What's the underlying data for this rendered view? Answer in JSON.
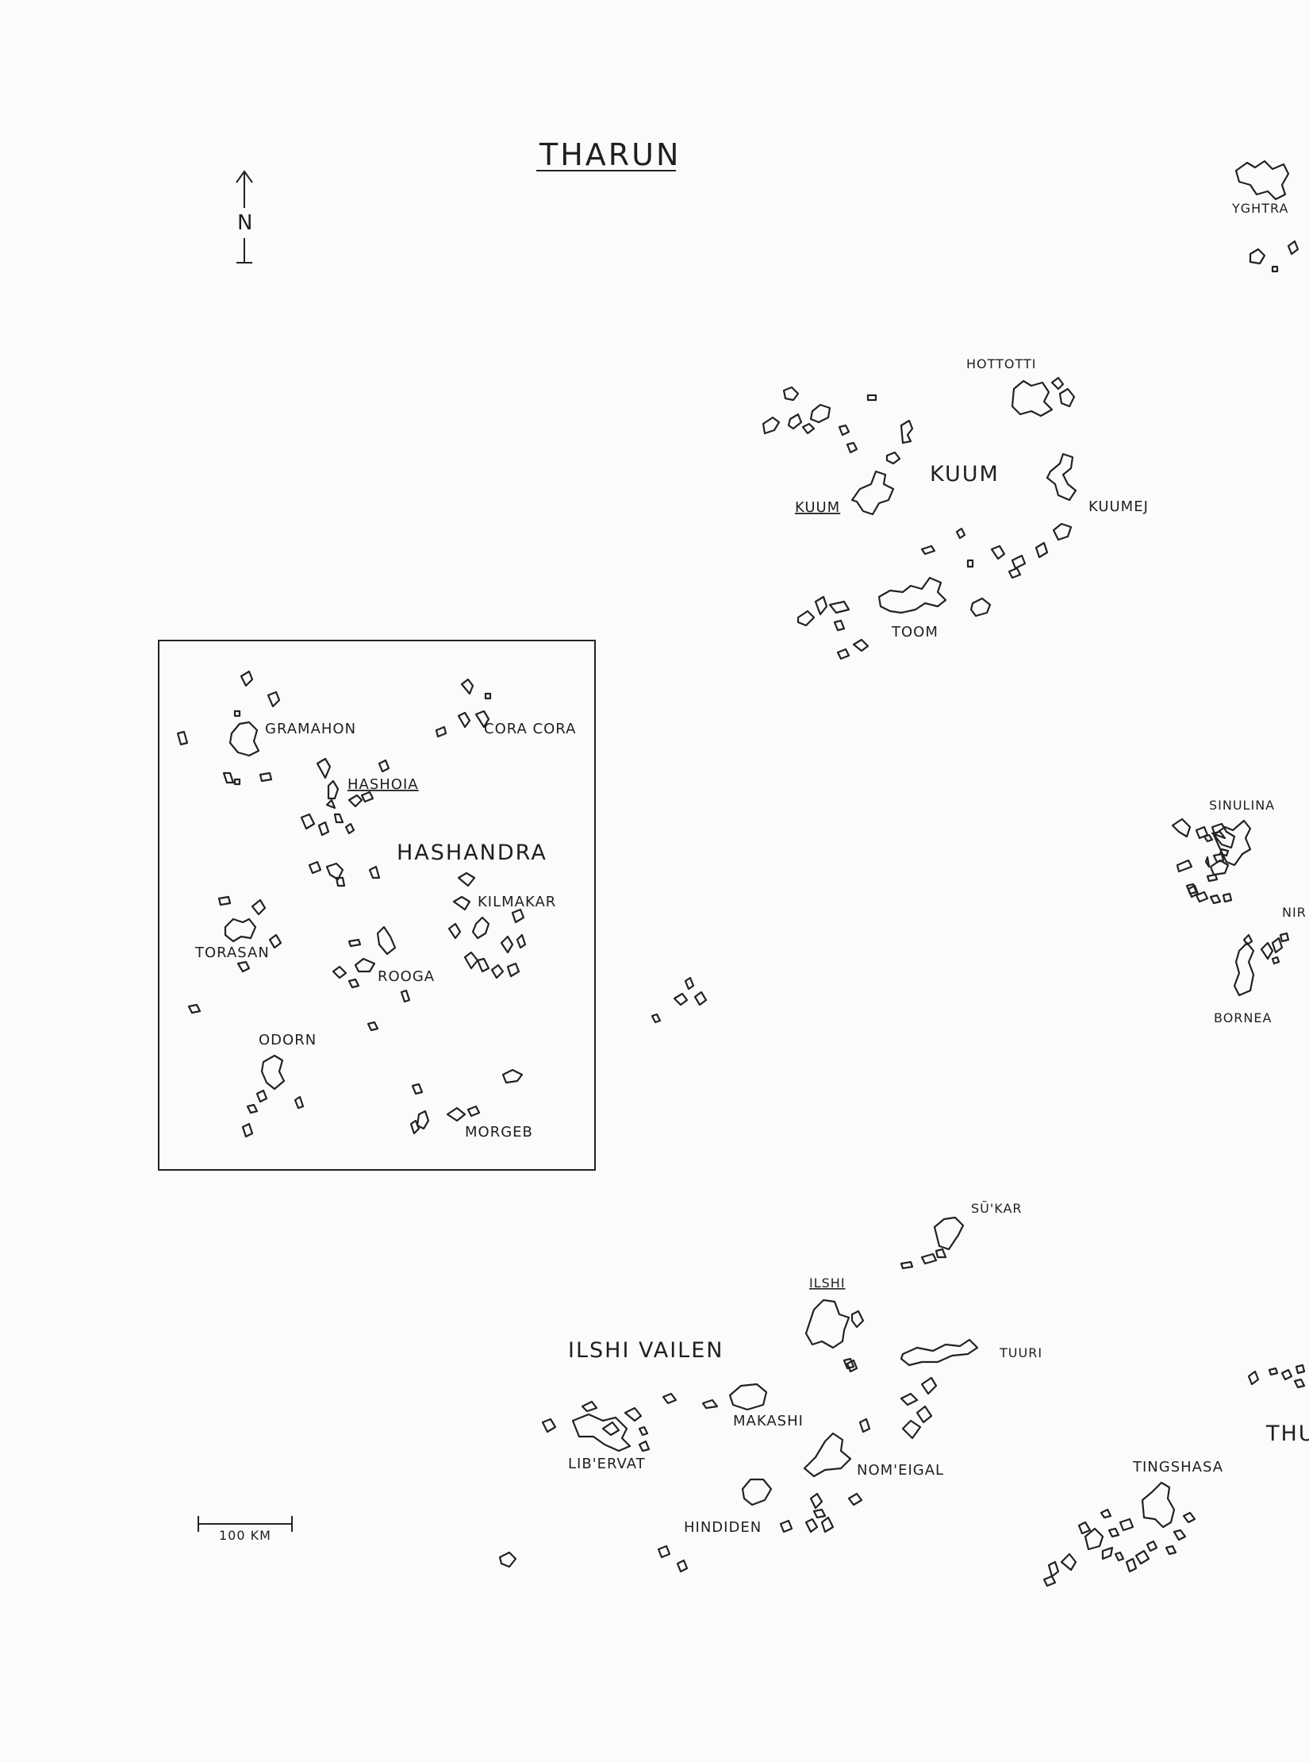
{
  "map": {
    "title": "THARUN",
    "north_label": "N",
    "scale_label": "100 KM",
    "regions": [
      "KUUM",
      "HASHANDRA",
      "ILSHI VAILEN"
    ],
    "labels": [
      "YGHTRA",
      "HOTTOTTI",
      "KUUM",
      "KUUMEJ",
      "TOOM",
      "GRAMAHON",
      "CORA CORA",
      "HASHOIA",
      "KILMAKAR",
      "TORASAN",
      "ROOGA",
      "ODORN",
      "MORGEB",
      "SINULINA",
      "NIR",
      "BORNEA",
      "SŨ'KAR",
      "ILSHI",
      "TUURI",
      "MAKASHI",
      "LIB'ERVAT",
      "NOM'EIGAL",
      "HINDIDEN",
      "TINGSHASA",
      "THU"
    ]
  }
}
